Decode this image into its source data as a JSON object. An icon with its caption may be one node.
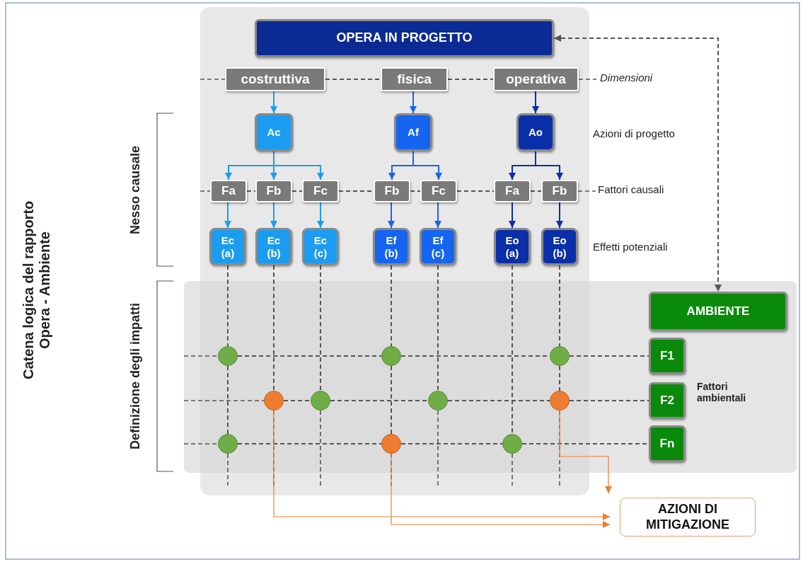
{
  "diagram": {
    "title": "Catena logica del rapporto Opera - Ambiente",
    "nodes": [
      {
        "text": [
          "OPERA IN PROGETTO"
        ]
      },
      {
        "text": [
          "costruttiva"
        ]
      },
      {
        "text": [
          "fisica"
        ]
      },
      {
        "text": [
          "operativa"
        ]
      },
      {
        "text": [
          "Ac"
        ]
      },
      {
        "text": [
          "Af"
        ]
      },
      {
        "text": [
          "Ao"
        ]
      },
      {
        "text": [
          "Fa"
        ]
      },
      {
        "text": [
          "Fb"
        ]
      },
      {
        "text": [
          "Fc"
        ]
      },
      {
        "text": [
          "Fb"
        ]
      },
      {
        "text": [
          "Fc"
        ]
      },
      {
        "text": [
          "Fa"
        ]
      },
      {
        "text": [
          "Fb"
        ]
      },
      {
        "text": [
          "Ec (a)"
        ]
      },
      {
        "text": [
          "Ec (b)"
        ]
      },
      {
        "text": [
          "Ec (c)"
        ]
      },
      {
        "text": [
          "Ef (b)"
        ]
      },
      {
        "text": [
          "Ef (c)"
        ]
      },
      {
        "text": [
          "Eo (a)"
        ]
      },
      {
        "text": [
          "Eo (b)"
        ]
      },
      {
        "text": [
          "AMBIENTE"
        ]
      },
      {
        "text": [
          "F1"
        ]
      },
      {
        "text": [
          "F2"
        ]
      },
      {
        "text": [
          "Fn"
        ]
      },
      {
        "text": [
          "AZIONI DI MITIGAZIONE"
        ]
      },
      {
        "text": [],
        "shape": "circle"
      },
      {
        "text": [],
        "shape": "circle"
      },
      {
        "text": [],
        "shape": "circle"
      },
      {
        "text": [],
        "shape": "circle"
      },
      {
        "text": [],
        "shape": "circle"
      },
      {
        "text": [],
        "shape": "circle"
      },
      {
        "text": [],
        "shape": "circle"
      },
      {
        "text": [],
        "shape": "circle"
      },
      {
        "text": [],
        "shape": "circle"
      },
      {
        "text": [],
        "shape": "circle"
      }
    ],
    "edges": [
      {
        "from": 1,
        "to": 4,
        "arrow": "to",
        "color": "#1b9cf0"
      },
      {
        "from": 2,
        "to": 5,
        "arrow": "to",
        "color": "#1565f0"
      },
      {
        "from": 3,
        "to": 6,
        "arrow": "to",
        "color": "#0b2fa8"
      },
      {
        "from": 4,
        "to": 7,
        "arrow": "to",
        "color": "#1b9cf0"
      },
      {
        "from": 4,
        "to": 8,
        "arrow": "to",
        "color": "#1b9cf0"
      },
      {
        "from": 4,
        "to": 9,
        "arrow": "to",
        "color": "#1b9cf0"
      },
      {
        "from": 5,
        "to": 10,
        "arrow": "to",
        "color": "#1565f0"
      },
      {
        "from": 5,
        "to": 11,
        "arrow": "to",
        "color": "#1565f0"
      },
      {
        "from": 6,
        "to": 12,
        "arrow": "to",
        "color": "#0b2fa8"
      },
      {
        "from": 6,
        "to": 13,
        "arrow": "to",
        "color": "#0b2fa8"
      },
      {
        "from": 7,
        "to": 14,
        "arrow": "to",
        "color": "#1b9cf0"
      },
      {
        "from": 8,
        "to": 15,
        "arrow": "to",
        "color": "#1b9cf0"
      },
      {
        "from": 9,
        "to": 16,
        "arrow": "to",
        "color": "#1b9cf0"
      },
      {
        "from": 10,
        "to": 17,
        "arrow": "to",
        "color": "#1565f0"
      },
      {
        "from": 11,
        "to": 18,
        "arrow": "to",
        "color": "#1565f0"
      },
      {
        "from": 12,
        "to": 19,
        "arrow": "to",
        "color": "#0b2fa8"
      },
      {
        "from": 13,
        "to": 20,
        "arrow": "to",
        "color": "#0b2fa8"
      },
      {
        "from": 0,
        "to": 21,
        "arrow": "both",
        "style": "dashed"
      },
      {
        "from": 1,
        "to": 2,
        "arrow": "none",
        "style": "dashed"
      },
      {
        "from": 2,
        "to": 3,
        "arrow": "none",
        "style": "dashed"
      },
      {
        "from": 7,
        "to": 8,
        "arrow": "none",
        "style": "dashed"
      },
      {
        "from": 8,
        "to": 9,
        "arrow": "none",
        "style": "dashed"
      },
      {
        "from": 9,
        "to": 10,
        "arrow": "none",
        "style": "dashed"
      },
      {
        "from": 10,
        "to": 11,
        "arrow": "none",
        "style": "dashed"
      },
      {
        "from": 11,
        "to": 12,
        "arrow": "none",
        "style": "dashed"
      },
      {
        "from": 12,
        "to": 13,
        "arrow": "none",
        "style": "dashed"
      },
      {
        "from": 14,
        "to": 26,
        "arrow": "none",
        "style": "dashed"
      },
      {
        "from": 26,
        "to": 33,
        "arrow": "none",
        "style": "dashed"
      },
      {
        "from": 15,
        "to": 29,
        "arrow": "none",
        "style": "dashed"
      },
      {
        "from": 16,
        "to": 30,
        "arrow": "none",
        "style": "dashed"
      },
      {
        "from": 17,
        "to": 27,
        "arrow": "none",
        "style": "dashed"
      },
      {
        "from": 27,
        "to": 34,
        "arrow": "none",
        "style": "dashed"
      },
      {
        "from": 18,
        "to": 31,
        "arrow": "none",
        "style": "dashed"
      },
      {
        "from": 19,
        "to": 35,
        "arrow": "none",
        "style": "dashed"
      },
      {
        "from": 20,
        "to": 28,
        "arrow": "none",
        "style": "dashed"
      },
      {
        "from": 28,
        "to": 32,
        "arrow": "none",
        "style": "dashed"
      },
      {
        "from": 26,
        "to": 27,
        "arrow": "none",
        "style": "dashed"
      },
      {
        "from": 27,
        "to": 28,
        "arrow": "none",
        "style": "dashed"
      },
      {
        "from": 28,
        "to": 22,
        "arrow": "none",
        "style": "dashed"
      },
      {
        "from": 29,
        "to": 30,
        "arrow": "none",
        "style": "dashed"
      },
      {
        "from": 30,
        "to": 31,
        "arrow": "none",
        "style": "dashed"
      },
      {
        "from": 31,
        "to": 32,
        "arrow": "none",
        "style": "dashed"
      },
      {
        "from": 32,
        "to": 23,
        "arrow": "none",
        "style": "dashed"
      },
      {
        "from": 33,
        "to": 34,
        "arrow": "none",
        "style": "dashed"
      },
      {
        "from": 34,
        "to": 35,
        "arrow": "none",
        "style": "dashed"
      },
      {
        "from": 35,
        "to": 24,
        "arrow": "none",
        "style": "dashed"
      },
      {
        "from": 29,
        "to": 25,
        "arrow": "to",
        "color": "#ed7d31"
      },
      {
        "from": 34,
        "to": 25,
        "arrow": "to",
        "color": "#ed7d31"
      },
      {
        "from": 32,
        "to": 25,
        "arrow": "to",
        "color": "#ed7d31"
      }
    ],
    "labels": [
      "Dimensioni",
      "Azioni di progetto",
      "Fattori causali",
      "Effetti potenziali",
      "Fattori ambientali",
      "Nesso causale",
      "Definizione degli impatti"
    ]
  }
}
